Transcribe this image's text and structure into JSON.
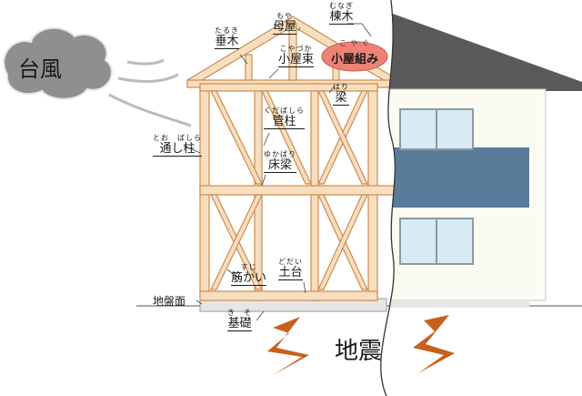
{
  "labels": {
    "typhoon": "台風",
    "earthquake": "地震",
    "ground_level": "地盤面",
    "ridge": {
      "ruby": "むなぎ",
      "text": "棟木"
    },
    "main_roof": {
      "ruby": "もや",
      "text": "母屋"
    },
    "rafter": {
      "ruby": "たるき",
      "text": "垂木"
    },
    "king_post": {
      "ruby": "こやづか",
      "text": "小屋束"
    },
    "roof_frame": {
      "ruby": "こ や ぐ",
      "text": "小屋組み"
    },
    "beam": {
      "ruby": "はり",
      "text": "梁"
    },
    "through_column": {
      "ruby": "とお　ばしら",
      "text": "通し柱"
    },
    "tube_column": {
      "ruby": "くだばしら",
      "text": "管柱"
    },
    "floor_beam": {
      "ruby": "ゆかばり",
      "text": "床梁"
    },
    "sill": {
      "ruby": "どだい",
      "text": "土台"
    },
    "brace": {
      "ruby": "すじ",
      "text": "筋かい"
    },
    "foundation": {
      "ruby": "き　そ",
      "text": "基礎"
    }
  },
  "colors": {
    "timber_fill": "#f6dfc0",
    "timber_stroke": "#d08a4c",
    "roof": "#5a5a5a",
    "band": "#5b7b9b",
    "wall": "#fbfbf3",
    "cloud": "#8f8f8f",
    "lightning": "#c8601c",
    "badge": "#ee8277",
    "window": "#d8eaf3"
  }
}
